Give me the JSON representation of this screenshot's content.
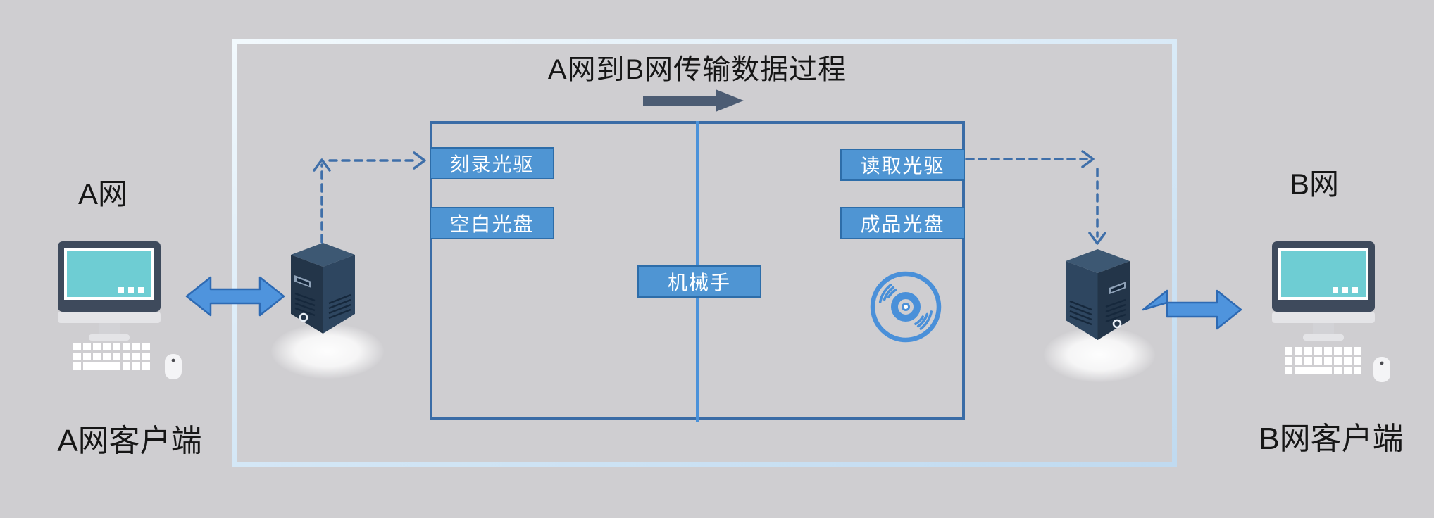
{
  "diagram": {
    "title": "A网到B网传输数据过程",
    "left": {
      "network_label": "A网",
      "client_label": "A网客户端"
    },
    "right": {
      "network_label": "B网",
      "client_label": "B网客户端"
    },
    "transfer_box": {
      "left_compartment": {
        "items": [
          "刻录光驱",
          "空白光盘"
        ]
      },
      "right_compartment": {
        "items": [
          "读取光驱",
          "成品光盘"
        ]
      },
      "center_item": "机械手"
    },
    "labels": {
      "burn_drive": "刻录光驱",
      "blank_disc": "空白光盘",
      "read_drive": "读取光驱",
      "finished_disc": "成品光盘",
      "robot_arm": "机械手"
    },
    "icons": [
      "workstation-a-icon",
      "server-a-icon",
      "disc-icon",
      "server-b-icon",
      "workstation-b-icon",
      "flow-arrow-icon",
      "double-arrow-a-icon",
      "double-arrow-b-icon",
      "dashed-arrow-a-icon",
      "dashed-arrow-b-icon"
    ],
    "colors": {
      "background": "#cfced1",
      "outer_frame": "#c0daf0",
      "inner_border": "#3a6ca6",
      "divider": "#4b92da",
      "tag_fill": "#4f95d3",
      "tag_border": "#2d6da9",
      "tag_text": "#ffffff",
      "dashed_arrow": "#3f6fa9",
      "flow_arrow": "#4c5c73",
      "double_arrow_fill": "#4f94dd",
      "double_arrow_stroke": "#2e6ab3",
      "screen_teal": "#6ecdd3",
      "server_body": "#233549",
      "disc_blue": "#4a90d9",
      "text": "#161616"
    }
  }
}
